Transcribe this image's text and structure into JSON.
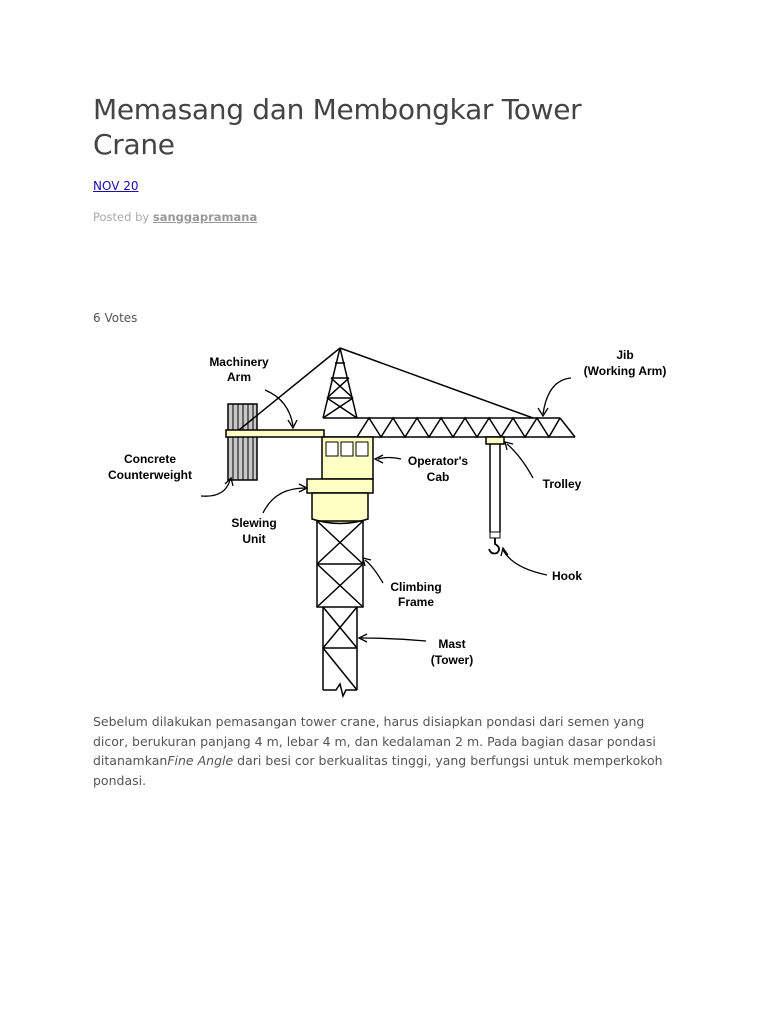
{
  "post": {
    "title": "Memasang dan Membongkar Tower Crane",
    "date": "NOV 20",
    "posted_by_prefix": "Posted by ",
    "author": "sanggapramana",
    "votes": "6 Votes"
  },
  "figure": {
    "labels": {
      "machinery_arm_1": "Machinery",
      "machinery_arm_2": "Arm",
      "jib_1": "Jib",
      "jib_2": "(Working Arm)",
      "concrete_1": "Concrete",
      "concrete_2": "Counterweight",
      "operator_1": "Operator's",
      "operator_2": "Cab",
      "trolley": "Trolley",
      "slewing_1": "Slewing",
      "slewing_2": "Unit",
      "climbing_1": "Climbing",
      "climbing_2": "Frame",
      "hook": "Hook",
      "mast_1": "Mast",
      "mast_2": "(Tower)"
    },
    "colors": {
      "yellow": "#ffffc4",
      "counterweight": "#c8c8c8",
      "line": "#000000"
    }
  },
  "body": {
    "text_before": "Sebelum dilakukan pemasangan tower crane, harus disiapkan pondasi dari semen yang dicor, berukuran panjang 4 m, lebar 4 m, dan kedalaman 2 m. Pada bagian dasar pondasi ditanamkan",
    "emphasis": "Fine Angle",
    "text_after": " dari besi cor berkualitas tinggi, yang berfungsi untuk memperkokoh pondasi."
  }
}
